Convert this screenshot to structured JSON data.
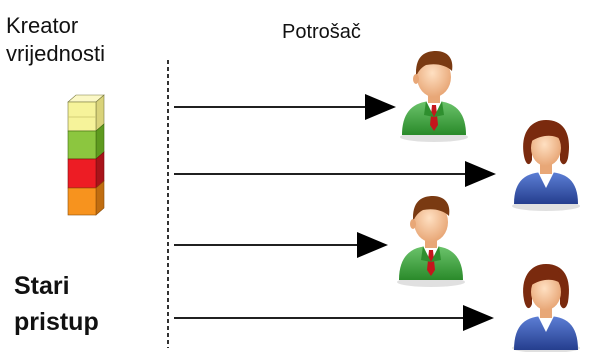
{
  "creator_label": [
    "Kreator",
    "vrijednosti"
  ],
  "consumer_label": "Potrošač",
  "approach_label": [
    "Stari",
    "pristup"
  ],
  "colors": {
    "stack_top": "#f6f39a",
    "stack_green": "#8cc63f",
    "stack_red": "#ed1c24",
    "stack_orange": "#f7931e",
    "person_green": "#3aa53a",
    "person_blue": "#2f4fa8",
    "arrow": "#000000"
  },
  "consumers": [
    {
      "icon": "businessman-green-icon"
    },
    {
      "icon": "businesswoman-blue-icon"
    },
    {
      "icon": "businessman-green-icon"
    },
    {
      "icon": "businesswoman-blue-icon"
    }
  ]
}
